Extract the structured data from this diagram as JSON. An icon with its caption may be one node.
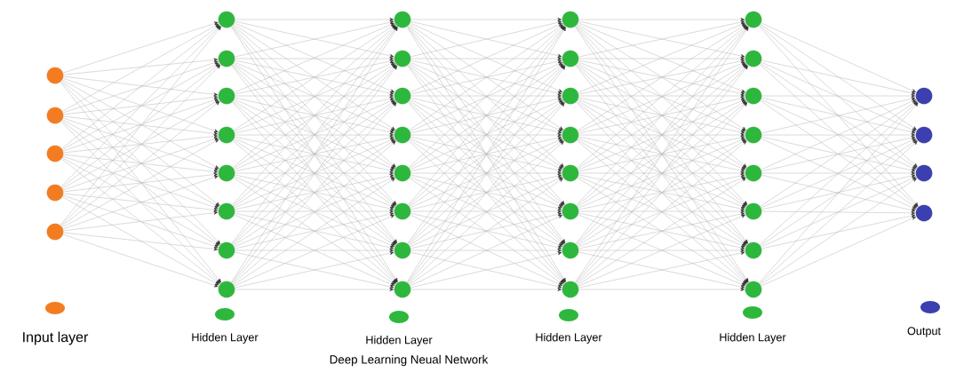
{
  "diagram": {
    "caption": "Deep Learning Neual Network",
    "nodes": [
      {
        "text": [],
        "shape": "circle"
      },
      {
        "text": [],
        "shape": "circle"
      },
      {
        "text": [],
        "shape": "circle"
      },
      {
        "text": [],
        "shape": "circle"
      },
      {
        "text": [],
        "shape": "circle"
      },
      {
        "text": [],
        "shape": "circle"
      },
      {
        "text": [],
        "shape": "circle"
      },
      {
        "text": [],
        "shape": "circle"
      },
      {
        "text": [],
        "shape": "circle"
      },
      {
        "text": [],
        "shape": "circle"
      },
      {
        "text": [],
        "shape": "circle"
      },
      {
        "text": [],
        "shape": "circle"
      },
      {
        "text": [],
        "shape": "circle"
      },
      {
        "text": [],
        "shape": "circle"
      },
      {
        "text": [],
        "shape": "circle"
      },
      {
        "text": [],
        "shape": "circle"
      },
      {
        "text": [],
        "shape": "circle"
      },
      {
        "text": [],
        "shape": "circle"
      },
      {
        "text": [],
        "shape": "circle"
      },
      {
        "text": [],
        "shape": "circle"
      },
      {
        "text": [],
        "shape": "circle"
      },
      {
        "text": [],
        "shape": "circle"
      },
      {
        "text": [],
        "shape": "circle"
      },
      {
        "text": [],
        "shape": "circle"
      },
      {
        "text": [],
        "shape": "circle"
      },
      {
        "text": [],
        "shape": "circle"
      },
      {
        "text": [],
        "shape": "circle"
      },
      {
        "text": [],
        "shape": "circle"
      },
      {
        "text": [],
        "shape": "circle"
      },
      {
        "text": [],
        "shape": "circle"
      },
      {
        "text": [],
        "shape": "circle"
      },
      {
        "text": [],
        "shape": "circle"
      },
      {
        "text": [],
        "shape": "circle"
      },
      {
        "text": [],
        "shape": "circle"
      },
      {
        "text": [],
        "shape": "circle"
      },
      {
        "text": [],
        "shape": "circle"
      },
      {
        "text": [],
        "shape": "circle"
      },
      {
        "text": [],
        "shape": "circle"
      },
      {
        "text": [],
        "shape": "circle"
      },
      {
        "text": [],
        "shape": "circle"
      },
      {
        "text": [],
        "shape": "circle"
      }
    ],
    "edges": [
      {
        "from": 0,
        "to": 5,
        "arrow": "to"
      },
      {
        "from": 0,
        "to": 6,
        "arrow": "to"
      },
      {
        "from": 0,
        "to": 7,
        "arrow": "to"
      },
      {
        "from": 0,
        "to": 8,
        "arrow": "to"
      },
      {
        "from": 0,
        "to": 9,
        "arrow": "to"
      },
      {
        "from": 0,
        "to": 10,
        "arrow": "to"
      },
      {
        "from": 0,
        "to": 11,
        "arrow": "to"
      },
      {
        "from": 0,
        "to": 12,
        "arrow": "to"
      },
      {
        "from": 1,
        "to": 5,
        "arrow": "to"
      },
      {
        "from": 1,
        "to": 6,
        "arrow": "to"
      },
      {
        "from": 1,
        "to": 7,
        "arrow": "to"
      },
      {
        "from": 1,
        "to": 8,
        "arrow": "to"
      },
      {
        "from": 1,
        "to": 9,
        "arrow": "to"
      },
      {
        "from": 1,
        "to": 10,
        "arrow": "to"
      },
      {
        "from": 1,
        "to": 11,
        "arrow": "to"
      },
      {
        "from": 1,
        "to": 12,
        "arrow": "to"
      },
      {
        "from": 2,
        "to": 5,
        "arrow": "to"
      },
      {
        "from": 2,
        "to": 6,
        "arrow": "to"
      },
      {
        "from": 2,
        "to": 7,
        "arrow": "to"
      },
      {
        "from": 2,
        "to": 8,
        "arrow": "to"
      },
      {
        "from": 2,
        "to": 9,
        "arrow": "to"
      },
      {
        "from": 2,
        "to": 10,
        "arrow": "to"
      },
      {
        "from": 2,
        "to": 11,
        "arrow": "to"
      },
      {
        "from": 2,
        "to": 12,
        "arrow": "to"
      },
      {
        "from": 3,
        "to": 5,
        "arrow": "to"
      },
      {
        "from": 3,
        "to": 6,
        "arrow": "to"
      },
      {
        "from": 3,
        "to": 7,
        "arrow": "to"
      },
      {
        "from": 3,
        "to": 8,
        "arrow": "to"
      },
      {
        "from": 3,
        "to": 9,
        "arrow": "to"
      },
      {
        "from": 3,
        "to": 10,
        "arrow": "to"
      },
      {
        "from": 3,
        "to": 11,
        "arrow": "to"
      },
      {
        "from": 3,
        "to": 12,
        "arrow": "to"
      },
      {
        "from": 4,
        "to": 5,
        "arrow": "to"
      },
      {
        "from": 4,
        "to": 6,
        "arrow": "to"
      },
      {
        "from": 4,
        "to": 7,
        "arrow": "to"
      },
      {
        "from": 4,
        "to": 8,
        "arrow": "to"
      },
      {
        "from": 4,
        "to": 9,
        "arrow": "to"
      },
      {
        "from": 4,
        "to": 10,
        "arrow": "to"
      },
      {
        "from": 4,
        "to": 11,
        "arrow": "to"
      },
      {
        "from": 4,
        "to": 12,
        "arrow": "to"
      },
      {
        "from": 5,
        "to": 13,
        "arrow": "to"
      },
      {
        "from": 5,
        "to": 14,
        "arrow": "to"
      },
      {
        "from": 5,
        "to": 15,
        "arrow": "to"
      },
      {
        "from": 5,
        "to": 16,
        "arrow": "to"
      },
      {
        "from": 5,
        "to": 17,
        "arrow": "to"
      },
      {
        "from": 5,
        "to": 18,
        "arrow": "to"
      },
      {
        "from": 5,
        "to": 19,
        "arrow": "to"
      },
      {
        "from": 5,
        "to": 20,
        "arrow": "to"
      },
      {
        "from": 6,
        "to": 13,
        "arrow": "to"
      },
      {
        "from": 6,
        "to": 14,
        "arrow": "to"
      },
      {
        "from": 6,
        "to": 15,
        "arrow": "to"
      },
      {
        "from": 6,
        "to": 16,
        "arrow": "to"
      },
      {
        "from": 6,
        "to": 17,
        "arrow": "to"
      },
      {
        "from": 6,
        "to": 18,
        "arrow": "to"
      },
      {
        "from": 6,
        "to": 19,
        "arrow": "to"
      },
      {
        "from": 6,
        "to": 20,
        "arrow": "to"
      },
      {
        "from": 7,
        "to": 13,
        "arrow": "to"
      },
      {
        "from": 7,
        "to": 14,
        "arrow": "to"
      },
      {
        "from": 7,
        "to": 15,
        "arrow": "to"
      },
      {
        "from": 7,
        "to": 16,
        "arrow": "to"
      },
      {
        "from": 7,
        "to": 17,
        "arrow": "to"
      },
      {
        "from": 7,
        "to": 18,
        "arrow": "to"
      },
      {
        "from": 7,
        "to": 19,
        "arrow": "to"
      },
      {
        "from": 7,
        "to": 20,
        "arrow": "to"
      },
      {
        "from": 8,
        "to": 13,
        "arrow": "to"
      },
      {
        "from": 8,
        "to": 14,
        "arrow": "to"
      },
      {
        "from": 8,
        "to": 15,
        "arrow": "to"
      },
      {
        "from": 8,
        "to": 16,
        "arrow": "to"
      },
      {
        "from": 8,
        "to": 17,
        "arrow": "to"
      },
      {
        "from": 8,
        "to": 18,
        "arrow": "to"
      },
      {
        "from": 8,
        "to": 19,
        "arrow": "to"
      },
      {
        "from": 8,
        "to": 20,
        "arrow": "to"
      },
      {
        "from": 9,
        "to": 13,
        "arrow": "to"
      },
      {
        "from": 9,
        "to": 14,
        "arrow": "to"
      },
      {
        "from": 9,
        "to": 15,
        "arrow": "to"
      },
      {
        "from": 9,
        "to": 16,
        "arrow": "to"
      },
      {
        "from": 9,
        "to": 17,
        "arrow": "to"
      },
      {
        "from": 9,
        "to": 18,
        "arrow": "to"
      },
      {
        "from": 9,
        "to": 19,
        "arrow": "to"
      },
      {
        "from": 9,
        "to": 20,
        "arrow": "to"
      },
      {
        "from": 10,
        "to": 13,
        "arrow": "to"
      },
      {
        "from": 10,
        "to": 14,
        "arrow": "to"
      },
      {
        "from": 10,
        "to": 15,
        "arrow": "to"
      },
      {
        "from": 10,
        "to": 16,
        "arrow": "to"
      },
      {
        "from": 10,
        "to": 17,
        "arrow": "to"
      },
      {
        "from": 10,
        "to": 18,
        "arrow": "to"
      },
      {
        "from": 10,
        "to": 19,
        "arrow": "to"
      },
      {
        "from": 10,
        "to": 20,
        "arrow": "to"
      },
      {
        "from": 11,
        "to": 13,
        "arrow": "to"
      },
      {
        "from": 11,
        "to": 14,
        "arrow": "to"
      },
      {
        "from": 11,
        "to": 15,
        "arrow": "to"
      },
      {
        "from": 11,
        "to": 16,
        "arrow": "to"
      },
      {
        "from": 11,
        "to": 17,
        "arrow": "to"
      },
      {
        "from": 11,
        "to": 18,
        "arrow": "to"
      },
      {
        "from": 11,
        "to": 19,
        "arrow": "to"
      },
      {
        "from": 11,
        "to": 20,
        "arrow": "to"
      },
      {
        "from": 12,
        "to": 13,
        "arrow": "to"
      },
      {
        "from": 12,
        "to": 14,
        "arrow": "to"
      },
      {
        "from": 12,
        "to": 15,
        "arrow": "to"
      },
      {
        "from": 12,
        "to": 16,
        "arrow": "to"
      },
      {
        "from": 12,
        "to": 17,
        "arrow": "to"
      },
      {
        "from": 12,
        "to": 18,
        "arrow": "to"
      },
      {
        "from": 12,
        "to": 19,
        "arrow": "to"
      },
      {
        "from": 12,
        "to": 20,
        "arrow": "to"
      },
      {
        "from": 13,
        "to": 21,
        "arrow": "to"
      },
      {
        "from": 13,
        "to": 22,
        "arrow": "to"
      },
      {
        "from": 13,
        "to": 23,
        "arrow": "to"
      },
      {
        "from": 13,
        "to": 24,
        "arrow": "to"
      },
      {
        "from": 13,
        "to": 25,
        "arrow": "to"
      },
      {
        "from": 13,
        "to": 26,
        "arrow": "to"
      },
      {
        "from": 13,
        "to": 27,
        "arrow": "to"
      },
      {
        "from": 13,
        "to": 28,
        "arrow": "to"
      },
      {
        "from": 14,
        "to": 21,
        "arrow": "to"
      },
      {
        "from": 14,
        "to": 22,
        "arrow": "to"
      },
      {
        "from": 14,
        "to": 23,
        "arrow": "to"
      },
      {
        "from": 14,
        "to": 24,
        "arrow": "to"
      },
      {
        "from": 14,
        "to": 25,
        "arrow": "to"
      },
      {
        "from": 14,
        "to": 26,
        "arrow": "to"
      },
      {
        "from": 14,
        "to": 27,
        "arrow": "to"
      },
      {
        "from": 14,
        "to": 28,
        "arrow": "to"
      },
      {
        "from": 15,
        "to": 21,
        "arrow": "to"
      },
      {
        "from": 15,
        "to": 22,
        "arrow": "to"
      },
      {
        "from": 15,
        "to": 23,
        "arrow": "to"
      },
      {
        "from": 15,
        "to": 24,
        "arrow": "to"
      },
      {
        "from": 15,
        "to": 25,
        "arrow": "to"
      },
      {
        "from": 15,
        "to": 26,
        "arrow": "to"
      },
      {
        "from": 15,
        "to": 27,
        "arrow": "to"
      },
      {
        "from": 15,
        "to": 28,
        "arrow": "to"
      },
      {
        "from": 16,
        "to": 21,
        "arrow": "to"
      },
      {
        "from": 16,
        "to": 22,
        "arrow": "to"
      },
      {
        "from": 16,
        "to": 23,
        "arrow": "to"
      },
      {
        "from": 16,
        "to": 24,
        "arrow": "to"
      },
      {
        "from": 16,
        "to": 25,
        "arrow": "to"
      },
      {
        "from": 16,
        "to": 26,
        "arrow": "to"
      },
      {
        "from": 16,
        "to": 27,
        "arrow": "to"
      },
      {
        "from": 16,
        "to": 28,
        "arrow": "to"
      },
      {
        "from": 17,
        "to": 21,
        "arrow": "to"
      },
      {
        "from": 17,
        "to": 22,
        "arrow": "to"
      },
      {
        "from": 17,
        "to": 23,
        "arrow": "to"
      },
      {
        "from": 17,
        "to": 24,
        "arrow": "to"
      },
      {
        "from": 17,
        "to": 25,
        "arrow": "to"
      },
      {
        "from": 17,
        "to": 26,
        "arrow": "to"
      },
      {
        "from": 17,
        "to": 27,
        "arrow": "to"
      },
      {
        "from": 17,
        "to": 28,
        "arrow": "to"
      },
      {
        "from": 18,
        "to": 21,
        "arrow": "to"
      },
      {
        "from": 18,
        "to": 22,
        "arrow": "to"
      },
      {
        "from": 18,
        "to": 23,
        "arrow": "to"
      },
      {
        "from": 18,
        "to": 24,
        "arrow": "to"
      },
      {
        "from": 18,
        "to": 25,
        "arrow": "to"
      },
      {
        "from": 18,
        "to": 26,
        "arrow": "to"
      },
      {
        "from": 18,
        "to": 27,
        "arrow": "to"
      },
      {
        "from": 18,
        "to": 28,
        "arrow": "to"
      },
      {
        "from": 19,
        "to": 21,
        "arrow": "to"
      },
      {
        "from": 19,
        "to": 22,
        "arrow": "to"
      },
      {
        "from": 19,
        "to": 23,
        "arrow": "to"
      },
      {
        "from": 19,
        "to": 24,
        "arrow": "to"
      },
      {
        "from": 19,
        "to": 25,
        "arrow": "to"
      },
      {
        "from": 19,
        "to": 26,
        "arrow": "to"
      },
      {
        "from": 19,
        "to": 27,
        "arrow": "to"
      },
      {
        "from": 19,
        "to": 28,
        "arrow": "to"
      },
      {
        "from": 20,
        "to": 21,
        "arrow": "to"
      },
      {
        "from": 20,
        "to": 22,
        "arrow": "to"
      },
      {
        "from": 20,
        "to": 23,
        "arrow": "to"
      },
      {
        "from": 20,
        "to": 24,
        "arrow": "to"
      },
      {
        "from": 20,
        "to": 25,
        "arrow": "to"
      },
      {
        "from": 20,
        "to": 26,
        "arrow": "to"
      },
      {
        "from": 20,
        "to": 27,
        "arrow": "to"
      },
      {
        "from": 20,
        "to": 28,
        "arrow": "to"
      },
      {
        "from": 21,
        "to": 29,
        "arrow": "to"
      },
      {
        "from": 21,
        "to": 30,
        "arrow": "to"
      },
      {
        "from": 21,
        "to": 31,
        "arrow": "to"
      },
      {
        "from": 21,
        "to": 32,
        "arrow": "to"
      },
      {
        "from": 21,
        "to": 33,
        "arrow": "to"
      },
      {
        "from": 21,
        "to": 34,
        "arrow": "to"
      },
      {
        "from": 21,
        "to": 35,
        "arrow": "to"
      },
      {
        "from": 21,
        "to": 36,
        "arrow": "to"
      },
      {
        "from": 22,
        "to": 29,
        "arrow": "to"
      },
      {
        "from": 22,
        "to": 30,
        "arrow": "to"
      },
      {
        "from": 22,
        "to": 31,
        "arrow": "to"
      },
      {
        "from": 22,
        "to": 32,
        "arrow": "to"
      },
      {
        "from": 22,
        "to": 33,
        "arrow": "to"
      },
      {
        "from": 22,
        "to": 34,
        "arrow": "to"
      },
      {
        "from": 22,
        "to": 35,
        "arrow": "to"
      },
      {
        "from": 22,
        "to": 36,
        "arrow": "to"
      },
      {
        "from": 23,
        "to": 29,
        "arrow": "to"
      },
      {
        "from": 23,
        "to": 30,
        "arrow": "to"
      },
      {
        "from": 23,
        "to": 31,
        "arrow": "to"
      },
      {
        "from": 23,
        "to": 32,
        "arrow": "to"
      },
      {
        "from": 23,
        "to": 33,
        "arrow": "to"
      },
      {
        "from": 23,
        "to": 34,
        "arrow": "to"
      },
      {
        "from": 23,
        "to": 35,
        "arrow": "to"
      },
      {
        "from": 23,
        "to": 36,
        "arrow": "to"
      },
      {
        "from": 24,
        "to": 29,
        "arrow": "to"
      },
      {
        "from": 24,
        "to": 30,
        "arrow": "to"
      },
      {
        "from": 24,
        "to": 31,
        "arrow": "to"
      },
      {
        "from": 24,
        "to": 32,
        "arrow": "to"
      },
      {
        "from": 24,
        "to": 33,
        "arrow": "to"
      },
      {
        "from": 24,
        "to": 34,
        "arrow": "to"
      },
      {
        "from": 24,
        "to": 35,
        "arrow": "to"
      },
      {
        "from": 24,
        "to": 36,
        "arrow": "to"
      },
      {
        "from": 25,
        "to": 29,
        "arrow": "to"
      },
      {
        "from": 25,
        "to": 30,
        "arrow": "to"
      },
      {
        "from": 25,
        "to": 31,
        "arrow": "to"
      },
      {
        "from": 25,
        "to": 32,
        "arrow": "to"
      },
      {
        "from": 25,
        "to": 33,
        "arrow": "to"
      },
      {
        "from": 25,
        "to": 34,
        "arrow": "to"
      },
      {
        "from": 25,
        "to": 35,
        "arrow": "to"
      },
      {
        "from": 25,
        "to": 36,
        "arrow": "to"
      },
      {
        "from": 26,
        "to": 29,
        "arrow": "to"
      },
      {
        "from": 26,
        "to": 30,
        "arrow": "to"
      },
      {
        "from": 26,
        "to": 31,
        "arrow": "to"
      },
      {
        "from": 26,
        "to": 32,
        "arrow": "to"
      },
      {
        "from": 26,
        "to": 33,
        "arrow": "to"
      },
      {
        "from": 26,
        "to": 34,
        "arrow": "to"
      },
      {
        "from": 26,
        "to": 35,
        "arrow": "to"
      },
      {
        "from": 26,
        "to": 36,
        "arrow": "to"
      },
      {
        "from": 27,
        "to": 29,
        "arrow": "to"
      },
      {
        "from": 27,
        "to": 30,
        "arrow": "to"
      },
      {
        "from": 27,
        "to": 31,
        "arrow": "to"
      },
      {
        "from": 27,
        "to": 32,
        "arrow": "to"
      },
      {
        "from": 27,
        "to": 33,
        "arrow": "to"
      },
      {
        "from": 27,
        "to": 34,
        "arrow": "to"
      },
      {
        "from": 27,
        "to": 35,
        "arrow": "to"
      },
      {
        "from": 27,
        "to": 36,
        "arrow": "to"
      },
      {
        "from": 28,
        "to": 29,
        "arrow": "to"
      },
      {
        "from": 28,
        "to": 30,
        "arrow": "to"
      },
      {
        "from": 28,
        "to": 31,
        "arrow": "to"
      },
      {
        "from": 28,
        "to": 32,
        "arrow": "to"
      },
      {
        "from": 28,
        "to": 33,
        "arrow": "to"
      },
      {
        "from": 28,
        "to": 34,
        "arrow": "to"
      },
      {
        "from": 28,
        "to": 35,
        "arrow": "to"
      },
      {
        "from": 28,
        "to": 36,
        "arrow": "to"
      },
      {
        "from": 29,
        "to": 37,
        "arrow": "to"
      },
      {
        "from": 29,
        "to": 38,
        "arrow": "to"
      },
      {
        "from": 29,
        "to": 39,
        "arrow": "to"
      },
      {
        "from": 29,
        "to": 40,
        "arrow": "to"
      },
      {
        "from": 30,
        "to": 37,
        "arrow": "to"
      },
      {
        "from": 30,
        "to": 38,
        "arrow": "to"
      },
      {
        "from": 30,
        "to": 39,
        "arrow": "to"
      },
      {
        "from": 30,
        "to": 40,
        "arrow": "to"
      },
      {
        "from": 31,
        "to": 37,
        "arrow": "to"
      },
      {
        "from": 31,
        "to": 38,
        "arrow": "to"
      },
      {
        "from": 31,
        "to": 39,
        "arrow": "to"
      },
      {
        "from": 31,
        "to": 40,
        "arrow": "to"
      },
      {
        "from": 32,
        "to": 37,
        "arrow": "to"
      },
      {
        "from": 32,
        "to": 38,
        "arrow": "to"
      },
      {
        "from": 32,
        "to": 39,
        "arrow": "to"
      },
      {
        "from": 32,
        "to": 40,
        "arrow": "to"
      },
      {
        "from": 33,
        "to": 37,
        "arrow": "to"
      },
      {
        "from": 33,
        "to": 38,
        "arrow": "to"
      },
      {
        "from": 33,
        "to": 39,
        "arrow": "to"
      },
      {
        "from": 33,
        "to": 40,
        "arrow": "to"
      },
      {
        "from": 34,
        "to": 37,
        "arrow": "to"
      },
      {
        "from": 34,
        "to": 38,
        "arrow": "to"
      },
      {
        "from": 34,
        "to": 39,
        "arrow": "to"
      },
      {
        "from": 34,
        "to": 40,
        "arrow": "to"
      },
      {
        "from": 35,
        "to": 37,
        "arrow": "to"
      },
      {
        "from": 35,
        "to": 38,
        "arrow": "to"
      },
      {
        "from": 35,
        "to": 39,
        "arrow": "to"
      },
      {
        "from": 35,
        "to": 40,
        "arrow": "to"
      },
      {
        "from": 36,
        "to": 37,
        "arrow": "to"
      },
      {
        "from": 36,
        "to": 38,
        "arrow": "to"
      },
      {
        "from": 36,
        "to": 39,
        "arrow": "to"
      },
      {
        "from": 36,
        "to": 40,
        "arrow": "to"
      }
    ],
    "legend": [
      {
        "text": "Input layer",
        "color": "#f47c20"
      },
      {
        "text": "Hidden Layer",
        "color": "#2db83d"
      },
      {
        "text": "Hidden Layer",
        "color": "#2db83d"
      },
      {
        "text": "Hidden Layer",
        "color": "#2db83d"
      },
      {
        "text": "Hidden Layer",
        "color": "#2db83d"
      },
      {
        "text": "Output",
        "color": "#3b3fb0"
      }
    ]
  }
}
